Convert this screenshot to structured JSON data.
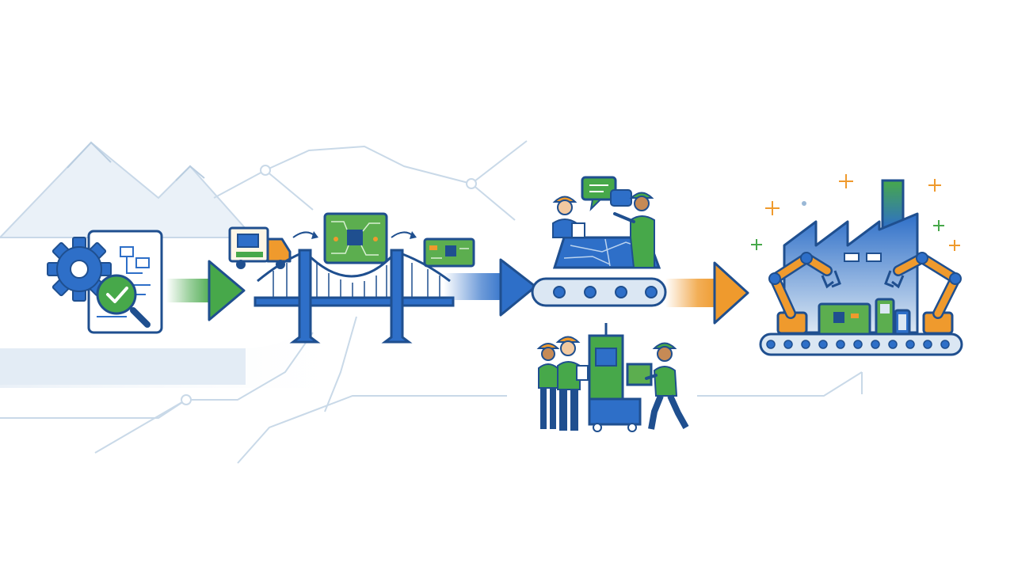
{
  "diagram": {
    "kind": "process-flow-illustration",
    "stages": [
      {
        "id": "design-review",
        "icon": "gear-document-check-icon"
      },
      {
        "id": "prototype-bridge",
        "icon": "truck-bridge-circuit-board-icon"
      },
      {
        "id": "engineering-collaboration",
        "icon": "engineers-blueprint-icon"
      },
      {
        "id": "conveyor-handoff",
        "icon": "conveyor-belt-icon"
      },
      {
        "id": "pilot-assembly",
        "icon": "workers-assembly-cart-icon"
      },
      {
        "id": "mass-production",
        "icon": "factory-robot-arms-icon"
      }
    ],
    "connectors": [
      "green-arrow",
      "blue-arrow",
      "orange-arrow"
    ],
    "colors": {
      "navy": "#1f4f8f",
      "blue": "#2e6fc8",
      "green": "#47a84a",
      "orange": "#ef9a2d",
      "pale_blue": "#dbe7f3",
      "board_green": "#5cae4f"
    },
    "text": []
  }
}
